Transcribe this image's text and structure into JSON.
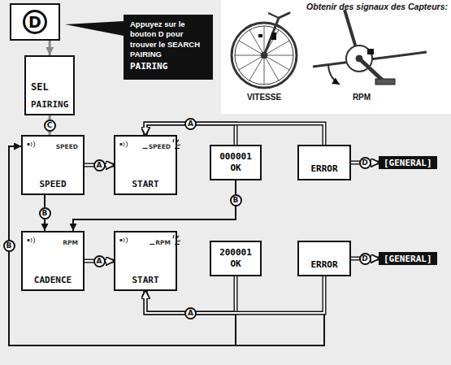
{
  "diagram": {
    "nodes": [
      {
        "text": [
          "D"
        ]
      },
      {
        "text": [
          "Appuyez sur le bouton D pour trouver le SEARCH PAIRING",
          "PAIRING"
        ]
      },
      {
        "text": [
          "SEL",
          "PAIRING"
        ]
      },
      {
        "text": [
          "SPEED",
          "SPEED"
        ]
      },
      {
        "text": [
          "SPEED",
          "START"
        ]
      },
      {
        "text": [
          "000001",
          "OK"
        ]
      },
      {
        "text": [
          "ERROR"
        ]
      },
      {
        "text": [
          "[GENERAL]"
        ]
      },
      {
        "text": [
          "RPM",
          "CADENCE"
        ]
      },
      {
        "text": [
          "RPM",
          "START"
        ]
      },
      {
        "text": [
          "200001",
          "OK"
        ]
      },
      {
        "text": [
          "ERROR"
        ]
      },
      {
        "text": [
          "[GENERAL]"
        ]
      }
    ],
    "edges": [
      {
        "from": 0,
        "to": 2,
        "arrow": "to"
      },
      {
        "from": 2,
        "to": 3,
        "arrow": "to",
        "label": "C"
      },
      {
        "from": 3,
        "to": 4,
        "arrow": "to",
        "label": "A"
      },
      {
        "from": 5,
        "to": 4,
        "arrow": "to",
        "label": "A"
      },
      {
        "from": 6,
        "to": 4,
        "arrow": "to"
      },
      {
        "from": 6,
        "to": 7,
        "arrow": "to",
        "label": "D"
      },
      {
        "from": 3,
        "to": 8,
        "arrow": "to",
        "label": "B"
      },
      {
        "from": 5,
        "to": 8,
        "arrow": "to",
        "label": "B"
      },
      {
        "from": 8,
        "to": 9,
        "arrow": "to",
        "label": "A"
      },
      {
        "from": 10,
        "to": 9,
        "arrow": "to",
        "label": "A"
      },
      {
        "from": 11,
        "to": 9,
        "arrow": "to"
      },
      {
        "from": 11,
        "to": 12,
        "arrow": "to",
        "label": "D"
      },
      {
        "from": 10,
        "to": 3,
        "arrow": "to",
        "label": "B"
      },
      {
        "from": 11,
        "to": 3,
        "arrow": "to"
      }
    ],
    "labels": [
      "Obtenir des signaux des Capteurs:",
      "VITESSE",
      "RPM"
    ]
  }
}
